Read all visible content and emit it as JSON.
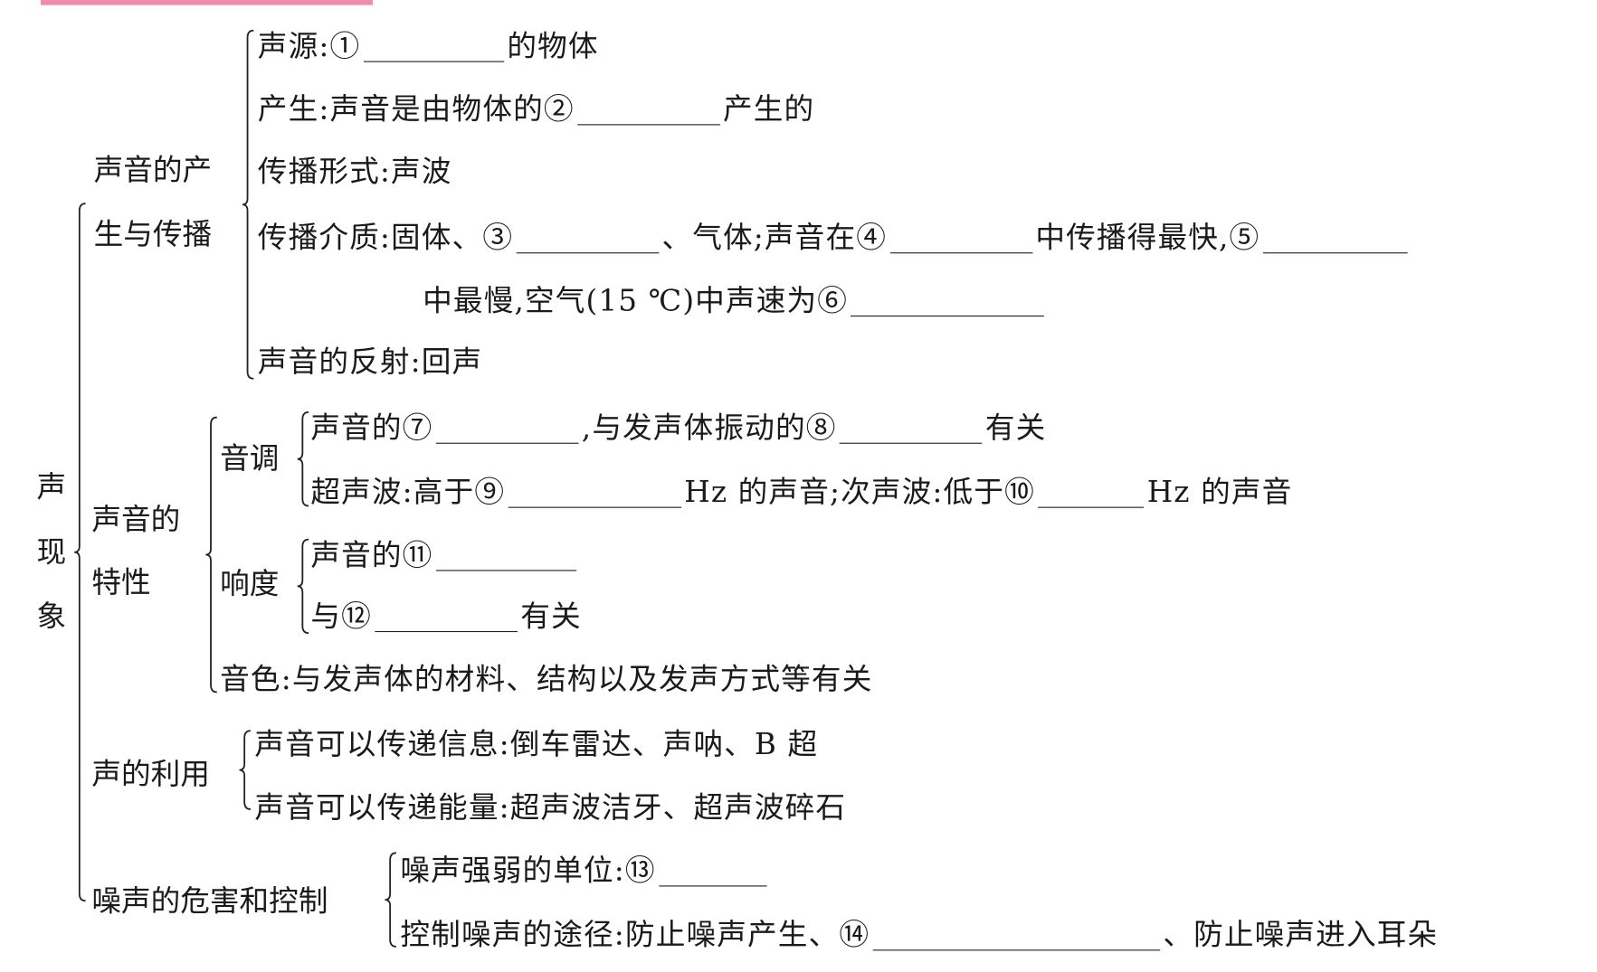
{
  "title": "声现象",
  "branches": [
    {
      "label_lines": [
        "声音的产",
        "生与传播"
      ]
    },
    {
      "label_lines": [
        "声音的",
        "特性"
      ]
    },
    {
      "label_lines": [
        "声的利用"
      ]
    },
    {
      "label_lines": [
        "噪声的危害和控制"
      ]
    }
  ],
  "sub_labels": {
    "pitch": "音调",
    "loudness": "响度"
  },
  "lines": [
    [
      {
        "t": "声源:"
      },
      {
        "b": "①"
      },
      {
        "t": "的物体"
      }
    ],
    [
      {
        "t": "产生:声音是由物体的"
      },
      {
        "b": "②"
      },
      {
        "t": "产生的"
      }
    ],
    [
      {
        "t": "传播形式:声波"
      }
    ],
    [
      {
        "t": "传播介质:固体、"
      },
      {
        "b": "③"
      },
      {
        "t": "、气体;声音在"
      },
      {
        "b": "④"
      },
      {
        "t": "中传播得最快,"
      },
      {
        "b": "⑤"
      }
    ],
    [
      {
        "t": "中最慢,空气(15 ℃)中声速为"
      },
      {
        "b": "⑥"
      }
    ],
    [
      {
        "t": "声音的反射:回声"
      }
    ],
    [
      {
        "t": "声音的"
      },
      {
        "b": "⑦"
      },
      {
        "t": ",与发声体振动的"
      },
      {
        "b": "⑧"
      },
      {
        "t": "有关"
      }
    ],
    [
      {
        "t": "超声波:高于"
      },
      {
        "b": "⑨"
      },
      {
        "t": "Hz 的声音;次声波:低于"
      },
      {
        "b": "⑩"
      },
      {
        "t": "Hz 的声音"
      }
    ],
    [
      {
        "t": "声音的"
      },
      {
        "b": "⑪"
      }
    ],
    [
      {
        "t": "与"
      },
      {
        "b": "⑫"
      },
      {
        "t": "有关"
      }
    ],
    [
      {
        "t": "音色:与发声体的材料、结构以及发声方式等有关"
      }
    ],
    [
      {
        "t": "声音可以传递信息:倒车雷达、声呐、B 超"
      }
    ],
    [
      {
        "t": "声音可以传递能量:超声波洁牙、超声波碎石"
      }
    ],
    [
      {
        "t": "噪声强弱的单位:"
      },
      {
        "b": "⑬"
      }
    ],
    [
      {
        "t": "控制噪声的途径:防止噪声产生、"
      },
      {
        "b": "⑭"
      },
      {
        "t": "、防止噪声进入耳朵"
      }
    ]
  ]
}
